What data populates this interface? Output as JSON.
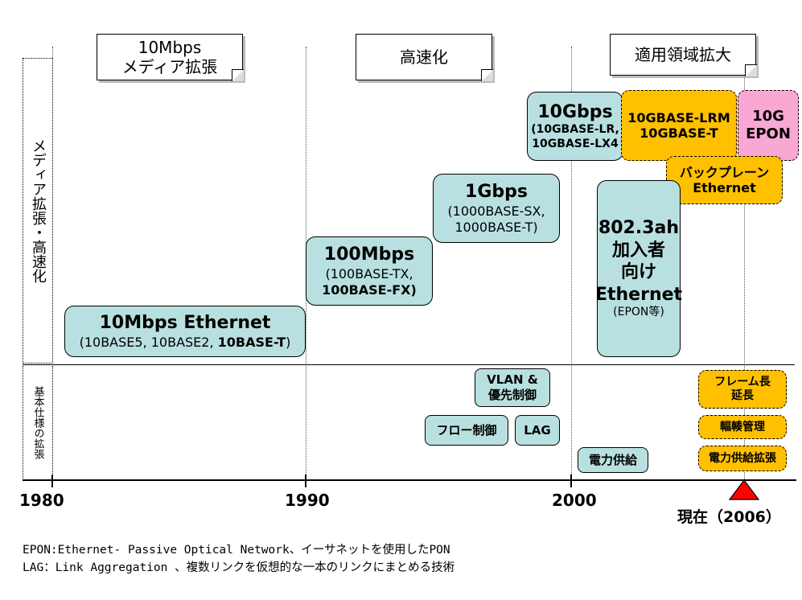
{
  "eras": [
    {
      "line1": "10Mbps",
      "line2": "メディア拡張"
    },
    {
      "line1": "高速化"
    },
    {
      "line1": "適用領域拡大"
    }
  ],
  "side_labels": {
    "upper": "メディア拡張・高速化",
    "lower": "基本仕様の拡張"
  },
  "years": [
    "1980",
    "1990",
    "2000"
  ],
  "current": "現在（2006）",
  "boxes": {
    "e10": {
      "title": "10Mbps Ethernet",
      "sub_prefix": "(10BASE5, 10BASE2, ",
      "sub_bold": "10BASE-T",
      "sub_suffix": ")"
    },
    "e100": {
      "title": "100Mbps",
      "sub1": "(100BASE-TX,",
      "sub2": "100BASE-FX)"
    },
    "e1g": {
      "title": "1Gbps",
      "sub1": "(1000BASE-SX,",
      "sub2": "1000BASE-T)"
    },
    "e10g": {
      "title": "10Gbps",
      "sub1": "(10GBASE-LR,",
      "sub2": "10GBASE-LX4"
    },
    "lrm": {
      "line1": "10GBASE-LRM",
      "line2": "10GBASE-T"
    },
    "epon10g": {
      "line1": "10G",
      "line2": "EPON"
    },
    "backplane": {
      "line1": "バックプレーン",
      "line2": "Ethernet"
    },
    "ah": {
      "line1": "802.3ah",
      "line2": "加入者",
      "line3": "向け",
      "line4": "Ethernet",
      "line5": "(EPON等)"
    },
    "vlan": {
      "line1": "VLAN &",
      "line2": "優先制御"
    },
    "flow": {
      "label": "フロー制御"
    },
    "lag": {
      "label": "LAG"
    },
    "poe": {
      "label": "電力供給"
    },
    "frame": {
      "line1": "フレーム長",
      "line2": "延長"
    },
    "congestion": {
      "label": "輻輳管理"
    },
    "poeplus": {
      "label": "電力供給拡張"
    }
  },
  "footnotes": [
    "EPON:Ethernet- Passive Optical Network、イーサネットを使用したPON",
    "LAG：Link Aggregation 、複数リンクを仮想的な一本のリンクにまとめる技術"
  ],
  "colors": {
    "teal": "#b9e0e0",
    "orange": "#ffc000",
    "pink": "#f9a8d4",
    "marker": "#ff0000"
  }
}
